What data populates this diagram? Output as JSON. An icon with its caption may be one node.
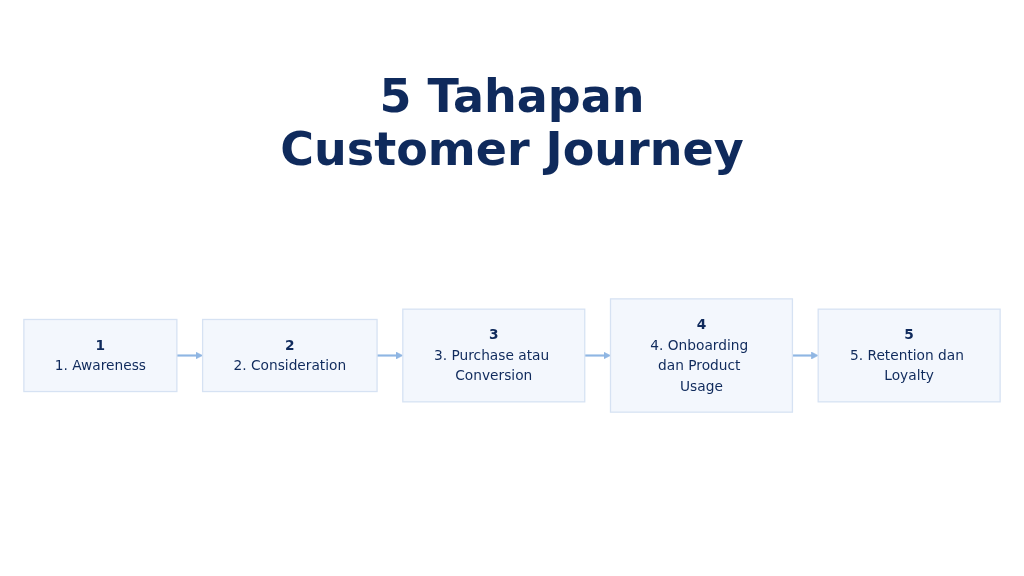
{
  "diagram": {
    "title": "5 Tahapan Customer Journey",
    "nodes": [
      {
        "text": [
          "1",
          "1. Awareness"
        ]
      },
      {
        "text": [
          "2",
          "2. Consideration"
        ]
      },
      {
        "text": [
          "3",
          "3. Purchase atau Conversion"
        ]
      },
      {
        "text": [
          "4",
          "4. Onboarding dan Product Usage"
        ]
      },
      {
        "text": [
          "5",
          "5. Retention dan Loyalty"
        ]
      }
    ],
    "edges": [
      {
        "from": 0,
        "to": 1,
        "arrow": "to"
      },
      {
        "from": 1,
        "to": 2,
        "arrow": "to"
      },
      {
        "from": 2,
        "to": 3,
        "arrow": "to"
      },
      {
        "from": 3,
        "to": 4,
        "arrow": "to"
      }
    ]
  }
}
